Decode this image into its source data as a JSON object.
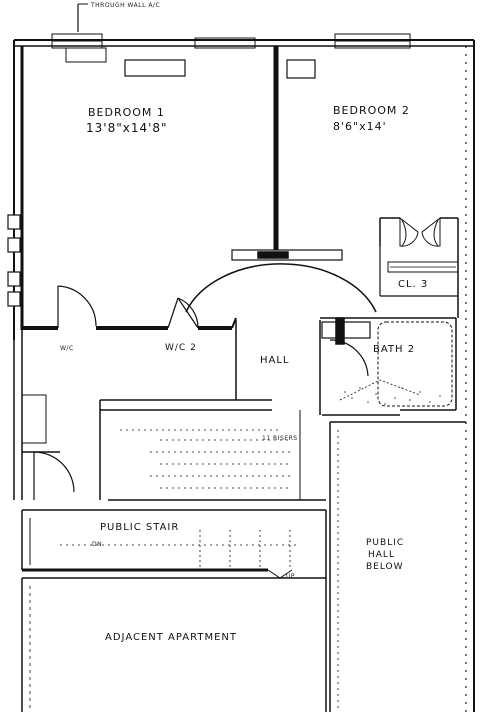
{
  "annotation": "THROUGH WALL A/C",
  "rooms": {
    "bedroom1": {
      "name": "BEDROOM 1",
      "dims": "13'8\"x14'8\""
    },
    "bedroom2": {
      "name": "BEDROOM 2",
      "dims": "8'6\"x14'"
    },
    "closet3": "CL. 3",
    "wc": "W/C",
    "wc2": "W/C 2",
    "hall": "HALL",
    "bath2": "BATH 2",
    "public_stair": "PUBLIC STAIR",
    "risers": "11 RISERS",
    "dn": "DN",
    "up": "UP",
    "public_hall_below": [
      "PUBLIC",
      "HALL",
      "BELOW"
    ],
    "adjacent_apartment": "ADJACENT APARTMENT"
  }
}
